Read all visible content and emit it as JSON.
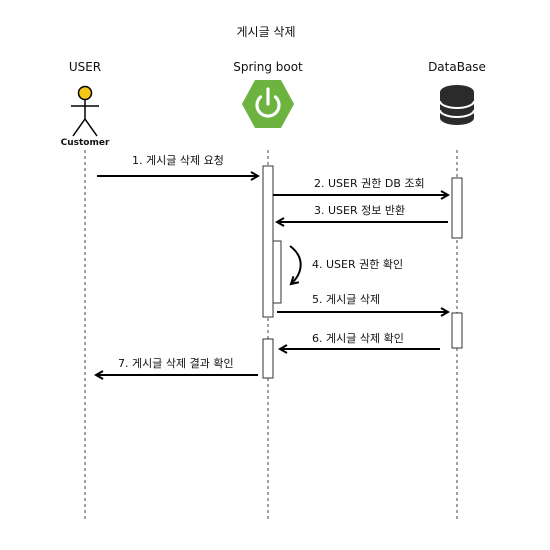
{
  "diagram": {
    "title": "게시글 삭제",
    "participants": {
      "user": {
        "label": "USER",
        "actor_label": "Customer",
        "actor_color": "#f5c518"
      },
      "server": {
        "label": "Spring boot",
        "icon": "spring-boot-power-icon",
        "icon_color": "#6db33f"
      },
      "db": {
        "label": "DataBase",
        "icon": "database-cylinder-icon",
        "icon_color": "#2b2b2b"
      }
    },
    "messages": [
      {
        "label": "1. 게시글 삭제 요청",
        "from": "user",
        "to": "server"
      },
      {
        "label": "2. USER 권한 DB 조회",
        "from": "server",
        "to": "db"
      },
      {
        "label": "3. USER 정보 반환",
        "from": "db",
        "to": "server"
      },
      {
        "label": "4. USER 권한 확인",
        "from": "server",
        "to": "server"
      },
      {
        "label": "5. 게시글 삭제",
        "from": "server",
        "to": "db"
      },
      {
        "label": "6. 게시글 삭제 확인",
        "from": "db",
        "to": "server"
      },
      {
        "label": "7. 게시글 삭제 결과 확인",
        "from": "server",
        "to": "user"
      }
    ]
  }
}
